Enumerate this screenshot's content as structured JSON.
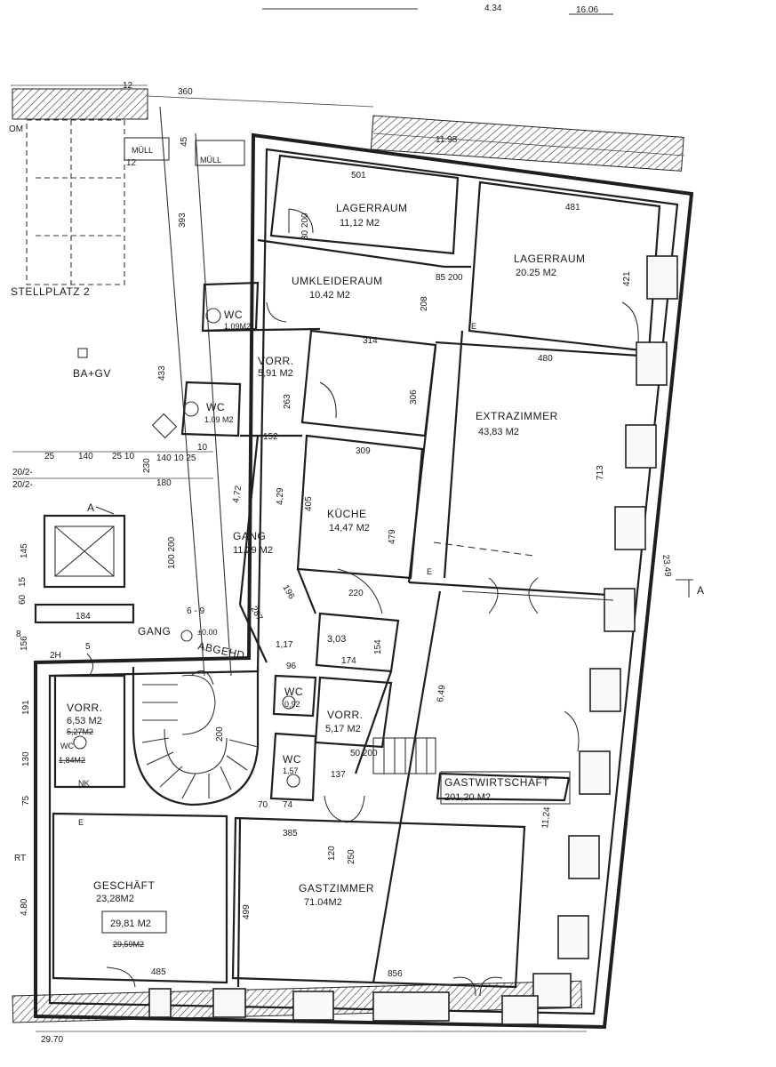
{
  "top_scrawl": {
    "a": "4.34",
    "b": "16.06"
  },
  "rooms": {
    "lagerraum1": {
      "name": "LAGERRAUM",
      "area": "11,12 M2"
    },
    "lagerraum2": {
      "name": "LAGERRAUM",
      "area": "20.25 M2"
    },
    "umkleideraum": {
      "name": "UMKLEIDERAUM",
      "area": "10.42 M2"
    },
    "wc1": {
      "name": "WC",
      "area": "1.09M2"
    },
    "vorr1": {
      "name": "VORR.",
      "area": "5,91 M2"
    },
    "wc2": {
      "name": "WC",
      "area": "1.09 M2"
    },
    "extrazimmer": {
      "name": "EXTRAZIMMER",
      "area": "43,83 M2"
    },
    "kueche": {
      "name": "KÜCHE",
      "area": "14,47 M2"
    },
    "gang1": {
      "name": "GANG",
      "area": "11,29 M2"
    },
    "gang2": {
      "name": "GANG",
      "note": "ABGEHD",
      "level": "±0.00"
    },
    "small_room": {
      "area": "3,03"
    },
    "wc3": {
      "name": "WC",
      "area": "0,92"
    },
    "vorr2": {
      "name": "VORR.",
      "area": "5,17 M2"
    },
    "wc4": {
      "name": "WC",
      "area": "1,57"
    },
    "vorr3": {
      "name": "VORR.",
      "area": "6,53 M2",
      "area_struck": "5,27M2"
    },
    "wc5": {
      "name": "WC",
      "area_struck": "1,84M2"
    },
    "gastwirtschaft": {
      "name": "GASTWIRTSCHAFT",
      "area": "201,20 M2"
    },
    "geschaeft": {
      "name": "GESCHÄFT",
      "area": "23,28M2",
      "area_boxed": "29,81 M2",
      "area_struck": "29,59M2"
    },
    "gastzimmer": {
      "name": "GASTZIMMER",
      "area": "71.04M2"
    }
  },
  "labels": {
    "stellplatz": "STELLPLATZ 2",
    "ba_gv": "BA+GV",
    "muell1": "MÜLL",
    "muell2": "MÜLL",
    "section_a": "A",
    "section_a2": "A",
    "nk": "NK",
    "rt": "RT",
    "e1": "E",
    "e2": "E",
    "e3": "E",
    "om": "OM"
  },
  "dimensions": {
    "d12": "12",
    "d360": "360",
    "d1198": "11.98",
    "d501": "501",
    "d481": "481",
    "d45": "45",
    "d393": "393",
    "d12b": "12",
    "d314": "314",
    "d480": "480",
    "d306": "306",
    "d309": "309",
    "d713": "713",
    "d405": "405",
    "d479": "479",
    "d433": "433",
    "d140": "140",
    "d25": "25",
    "d2510": "25 10",
    "d1401025": "140 10 25",
    "d230": "230",
    "d180": "180",
    "d202a": "20/2-",
    "d202b": "20/2-",
    "d145": "145",
    "d184": "184",
    "d156": "156",
    "d220": "220",
    "d174": "174",
    "d154": "154",
    "d96": "96",
    "d649": "6,49",
    "d2349": "23.49",
    "d385": "385",
    "d499": "499",
    "d856": "856",
    "d485": "485",
    "d480b": "4.80",
    "d2970": "29.70",
    "d1124": "11.24",
    "d191": "191",
    "d130": "130",
    "d75": "75",
    "d70": "70",
    "d74": "74",
    "d137": "137",
    "d120": "120",
    "d250": "250",
    "d200": "200",
    "d85200": "85 200",
    "d208": "208",
    "d152": "152",
    "d263": "263",
    "d421": "421",
    "d429": "4,29",
    "d472": "4,72",
    "d196": "196",
    "d117": "1,17",
    "d287": "287",
    "d5": "5",
    "d10": "10",
    "d69": "6 - 9",
    "d60": "60",
    "d15": "15",
    "d8": "8",
    "d2h": "2H",
    "d50200": "50 200",
    "d80200": "80 200",
    "d100200": "100 200"
  }
}
